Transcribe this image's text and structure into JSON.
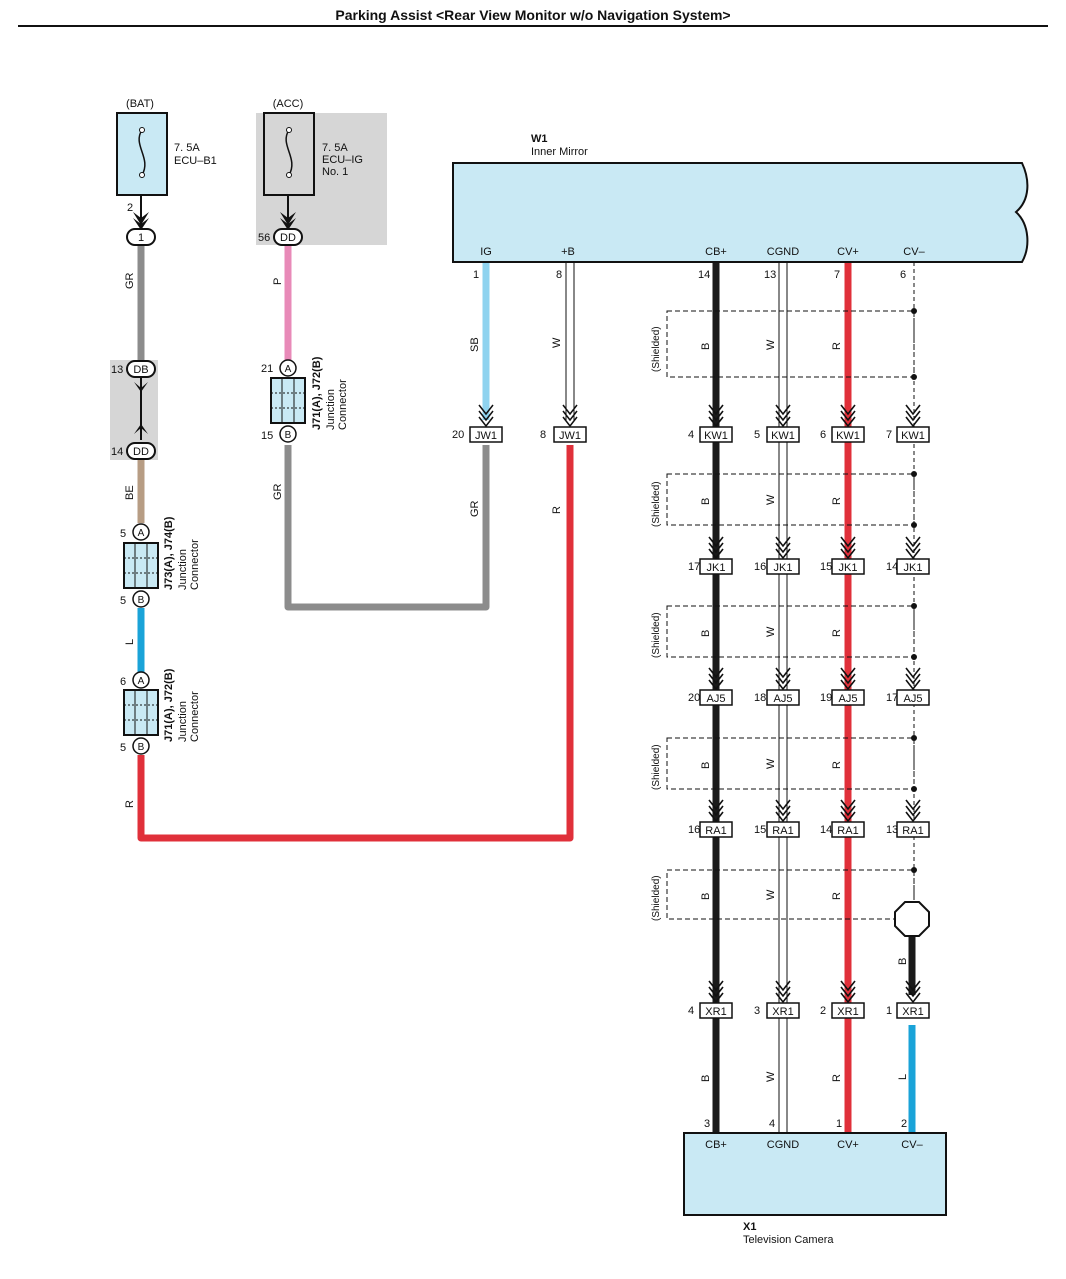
{
  "title": "Parking Assist <Rear View Monitor w/o Navigation System>",
  "fuses": [
    {
      "supply": "(BAT)",
      "rating": "7. 5A",
      "name": "ECU–B1",
      "name2": "",
      "pin": "2"
    },
    {
      "supply": "(ACC)",
      "rating": "7. 5A",
      "name": "ECU–IG",
      "name2": "No. 1",
      "pin": ""
    }
  ],
  "connectors": {
    "bat_1": {
      "pin": "",
      "id": "1"
    },
    "acc_dd": {
      "pin": "56",
      "id": "DD"
    },
    "db": {
      "pin": "13",
      "id": "DB"
    },
    "dd": {
      "pin": "14",
      "id": "DD"
    },
    "j73_a": {
      "pin": "5",
      "id": "A"
    },
    "j73_b": {
      "pin": "5",
      "id": "B"
    },
    "j71_left_a": {
      "pin": "6",
      "id": "A"
    },
    "j71_left_b": {
      "pin": "5",
      "id": "B"
    },
    "j71_mid_a": {
      "pin": "21",
      "id": "A"
    },
    "j71_mid_b": {
      "pin": "15",
      "id": "B"
    }
  },
  "junctions": [
    {
      "name": "J73(A), J74(B)",
      "desc1": "Junction",
      "desc2": "Connector"
    },
    {
      "name": "J71(A), J72(B)",
      "desc1": "Junction",
      "desc2": "Connector"
    },
    {
      "name": "J71(A), J72(B)",
      "desc1": "Junction",
      "desc2": "Connector"
    }
  ],
  "left_wires": [
    "GR",
    "BE",
    "L",
    "R",
    "P",
    "GR",
    "SB",
    "GR",
    "W",
    "R"
  ],
  "mirror": {
    "id": "W1",
    "name": "Inner Mirror",
    "terminals": [
      {
        "label": "IG",
        "pin": "1"
      },
      {
        "label": "+B",
        "pin": "8"
      },
      {
        "label": "CB+",
        "pin": "14"
      },
      {
        "label": "CGND",
        "pin": "13"
      },
      {
        "label": "CV+",
        "pin": "7"
      },
      {
        "label": "CV–",
        "pin": "6"
      }
    ]
  },
  "jw1": [
    {
      "pin": "20",
      "id": "JW1"
    },
    {
      "pin": "8",
      "id": "JW1"
    }
  ],
  "shielded_label": "(Shielded)",
  "shield_wire_colors": [
    "B",
    "W",
    "R"
  ],
  "stages": [
    {
      "id": "KW1",
      "pins": [
        "4",
        "5",
        "6",
        "7"
      ]
    },
    {
      "id": "JK1",
      "pins": [
        "17",
        "16",
        "15",
        "14"
      ]
    },
    {
      "id": "AJ5",
      "pins": [
        "20",
        "18",
        "19",
        "17"
      ]
    },
    {
      "id": "RA1",
      "pins": [
        "16",
        "15",
        "14",
        "13"
      ]
    },
    {
      "id": "XR1",
      "pins": [
        "4",
        "3",
        "2",
        "1"
      ]
    }
  ],
  "lower_wire_colors": [
    "B",
    "W",
    "R",
    "L"
  ],
  "ground_wire_color": "B",
  "camera": {
    "id": "X1",
    "name": "Television Camera",
    "terminals": [
      {
        "label": "CB+",
        "pin": "3"
      },
      {
        "label": "CGND",
        "pin": "4"
      },
      {
        "label": "CV+",
        "pin": "1"
      },
      {
        "label": "CV–",
        "pin": "2"
      }
    ]
  },
  "colors": {
    "GR": "#8c8c8c",
    "BE": "#b79d84",
    "L": "#1aa3d8",
    "R": "#e0303a",
    "P": "#e88ab8",
    "SB": "#8fd3ef",
    "B": "#1a1a1a",
    "W": "#ffffff",
    "component_fill": "#c9e9f4",
    "shade": "#d6d6d6"
  }
}
